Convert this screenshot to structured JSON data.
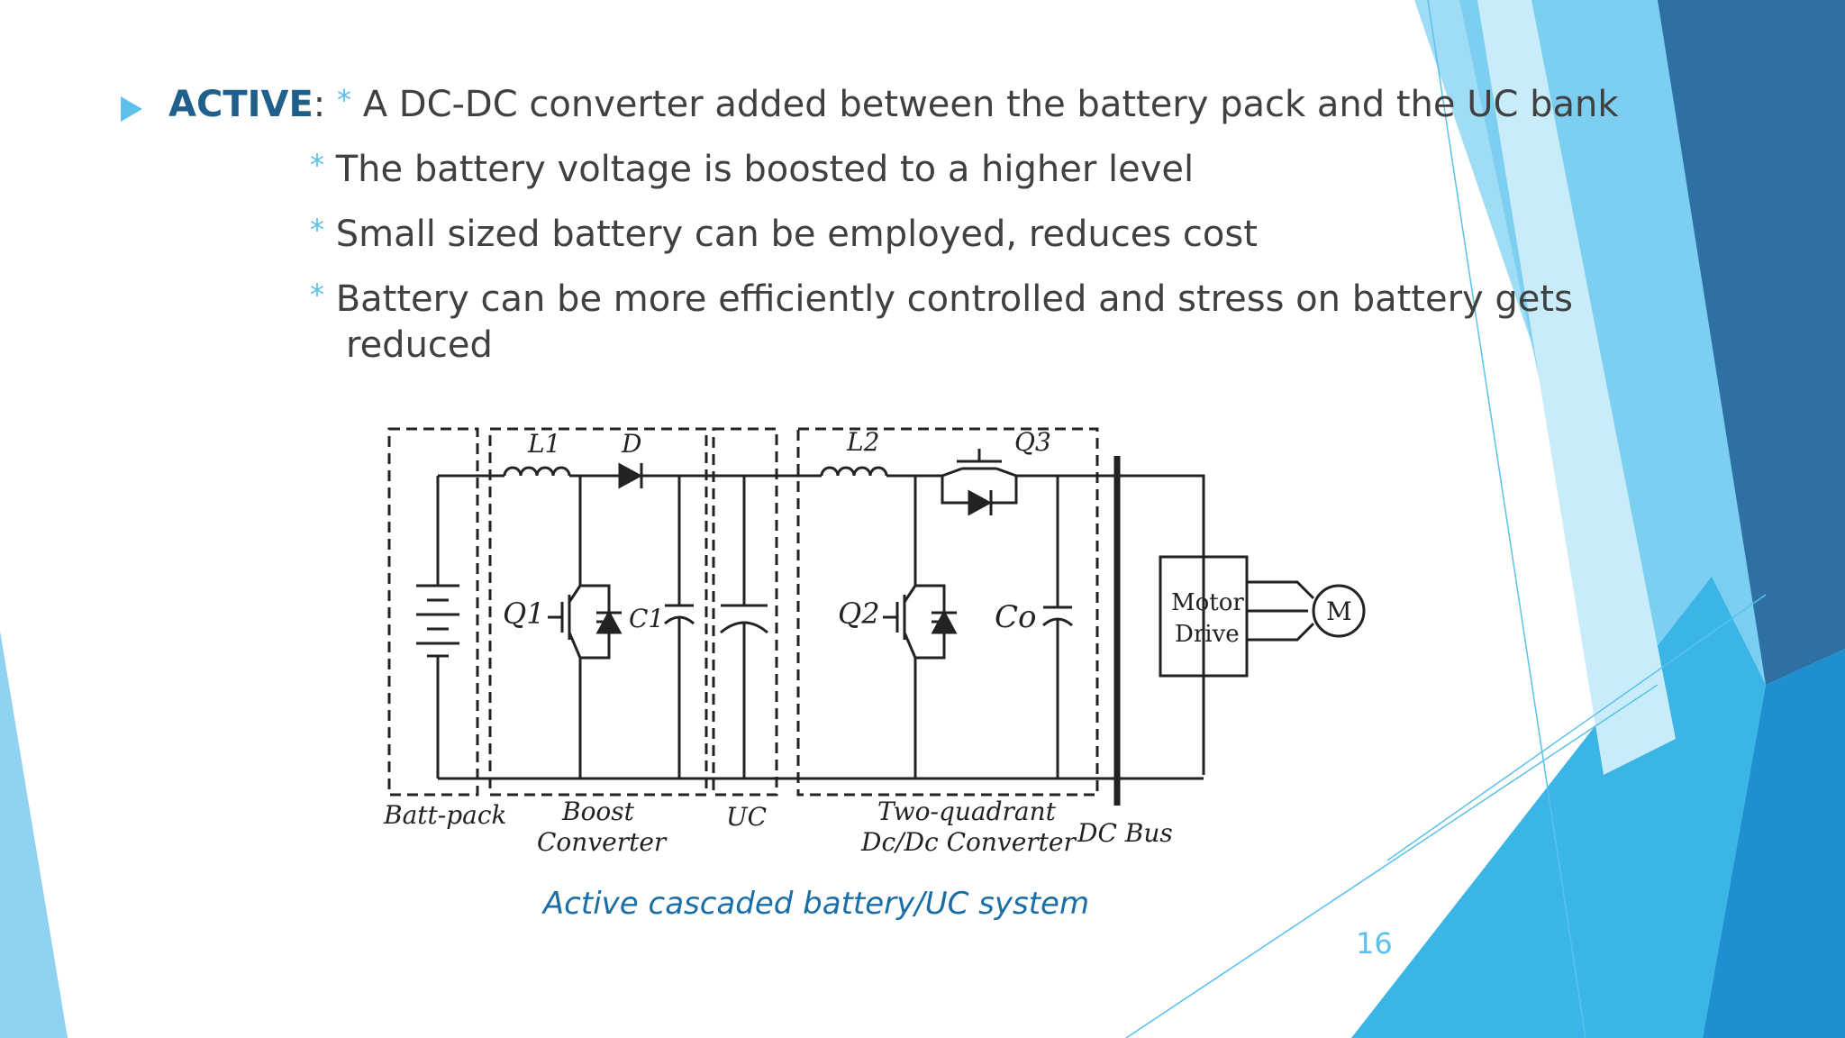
{
  "slide": {
    "bullets": [
      {
        "keyword": "ACTIVE",
        "sep": ":",
        "star": "*",
        "text": "A DC-DC converter added between the battery pack and the UC bank"
      },
      {
        "star": "*",
        "text": "The battery voltage is boosted to a higher level"
      },
      {
        "star": "*",
        "text": "Small sized battery can be employed, reduces cost"
      },
      {
        "star": "*",
        "text": "Battery can be more efficiently controlled and stress on battery gets",
        "text2": "reduced"
      }
    ],
    "caption": "Active cascaded battery/UC system",
    "page_number": "16",
    "accent_color": "#5bc0eb",
    "keyword_color": "#1f5f8b"
  },
  "diagram": {
    "labels": {
      "L1": "L1",
      "D": "D",
      "L2": "L2",
      "Q3": "Q3",
      "Q1": "Q1",
      "C1": "C1",
      "Q2": "Q2",
      "Co": "Co",
      "motor1": "Motor",
      "motor2": "Drive",
      "M": "M",
      "batt": "Batt-pack",
      "boost1": "Boost",
      "boost2": "Converter",
      "uc": "UC",
      "tq1": "Two-quadrant",
      "tq2": "Dc/Dc Converter",
      "dcbus": "DC Bus"
    }
  }
}
